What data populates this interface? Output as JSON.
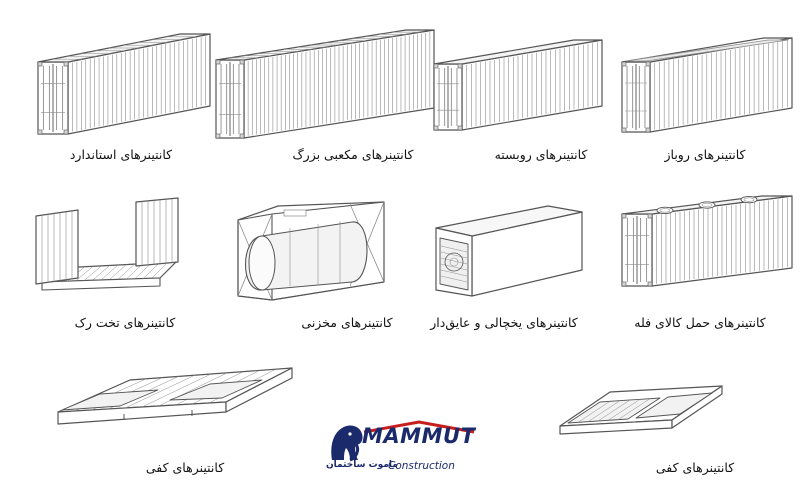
{
  "colors": {
    "outline": "#555555",
    "detail": "#8c8c8c",
    "panel": "#f4f4f4",
    "brand_blue": "#1b2a6b",
    "brand_red": "#c81e1e"
  },
  "items": [
    {
      "label": "کانتینرهای استاندارد",
      "icon": "standard-container"
    },
    {
      "label": "کانتینرهای مکعبی بزرگ",
      "icon": "high-cube-container"
    },
    {
      "label": "کانتینرهای روبسته",
      "icon": "hard-top-container"
    },
    {
      "label": "کانتینرهای روباز",
      "icon": "open-top-container"
    },
    {
      "label": "کانتینرهای تخت رک",
      "icon": "flat-rack-container"
    },
    {
      "label": "کانتینرهای مخزنی",
      "icon": "tank-container"
    },
    {
      "label": "کانتینرهای یخچالی و عایق‌دار",
      "icon": "reefer-container"
    },
    {
      "label": "کانتینرهای حمل کالای فله",
      "icon": "bulk-container"
    },
    {
      "label": "کانتینرهای کفی",
      "icon": "long-platform-container"
    },
    {
      "label": "کانتینرهای کفی",
      "icon": "short-platform-container"
    }
  ],
  "logo": {
    "name": "MAMMUT",
    "persian": "ماموت ساختمان",
    "english": "Construction",
    "icon": "mammoth-logo"
  }
}
